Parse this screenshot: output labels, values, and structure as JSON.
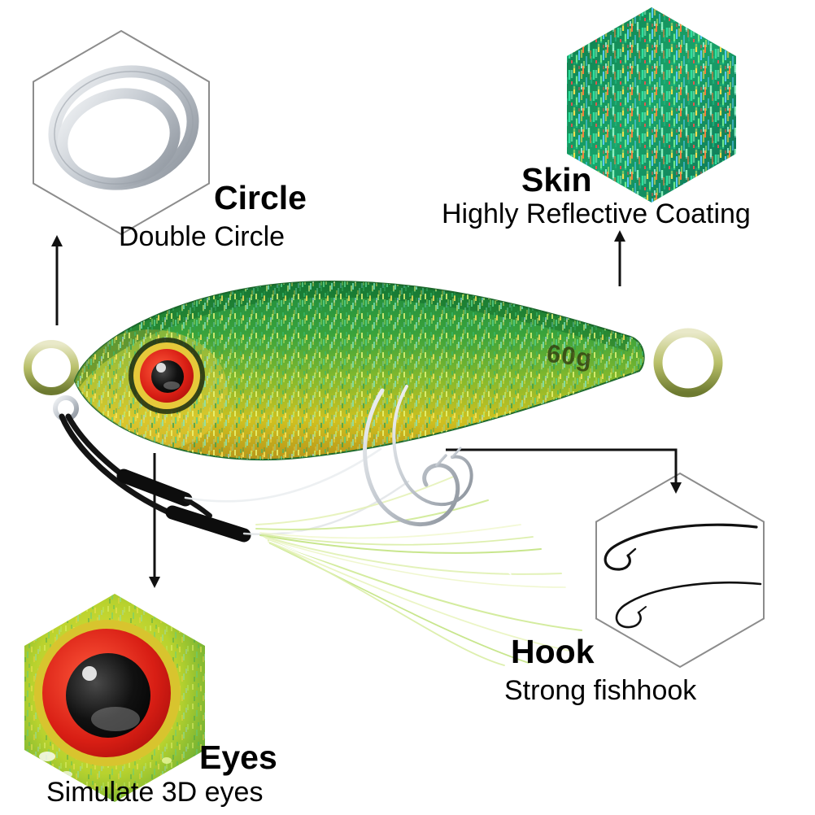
{
  "callouts": [
    {
      "id": "circle",
      "title": "Circle",
      "description": "Double Circle"
    },
    {
      "id": "skin",
      "title": "Skin",
      "description": "Highly Reflective Coating"
    },
    {
      "id": "eyes",
      "title": "Eyes",
      "description": "Simulate 3D eyes"
    },
    {
      "id": "hook",
      "title": "Hook",
      "description": "Strong fishhook"
    }
  ],
  "lure": {
    "weight_label": "60g"
  },
  "colors": {
    "background": "#ffffff",
    "text": "#000000",
    "body_green": "#2f9e45",
    "body_gold": "#cfc020",
    "eye_red": "#d81e14",
    "cord_black": "#111111",
    "metal_silver": "#c2c8cf",
    "hex_border": "#8c8c8c",
    "tinsel_pale_green": "#d8eda0"
  }
}
